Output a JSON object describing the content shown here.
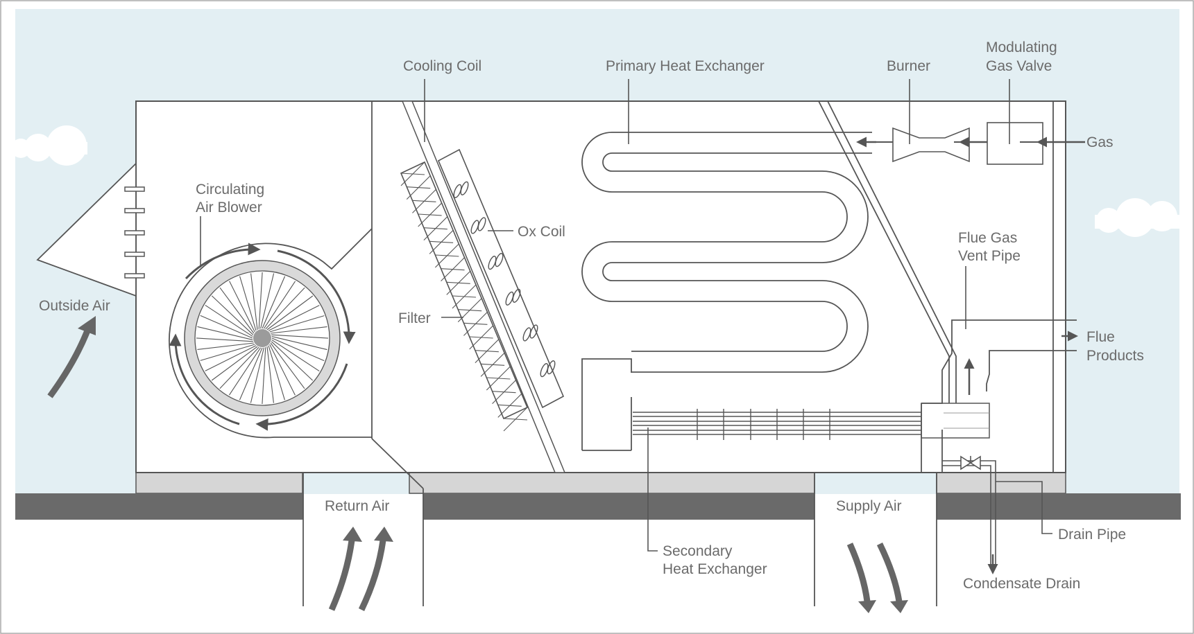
{
  "labels": {
    "cooling_coil": "Cooling Coil",
    "primary_heat_exchanger": "Primary Heat Exchanger",
    "burner": "Burner",
    "modulating_gas_valve_1": "Modulating",
    "modulating_gas_valve_2": "Gas Valve",
    "gas": "Gas",
    "circulating_air_blower_1": "Circulating",
    "circulating_air_blower_2": "Air Blower",
    "ox_coil": "Ox Coil",
    "flue_gas_vent_pipe_1": "Flue Gas",
    "flue_gas_vent_pipe_2": "Vent Pipe",
    "outside_air": "Outside Air",
    "filter": "Filter",
    "flue_products_1": "Flue",
    "flue_products_2": "Products",
    "return_air": "Return Air",
    "supply_air": "Supply Air",
    "secondary_heat_exchanger_1": "Secondary",
    "secondary_heat_exchanger_2": "Heat Exchanger",
    "drain_pipe": "Drain Pipe",
    "condensate_drain": "Condensate Drain"
  },
  "colors": {
    "sky": "#e3eff3",
    "ground": "#6a6a6a",
    "slab": "#d6d6d6",
    "line": "#555555",
    "arrow": "#666666",
    "fan": "#d9d9d9",
    "text": "#6b6b6b"
  }
}
